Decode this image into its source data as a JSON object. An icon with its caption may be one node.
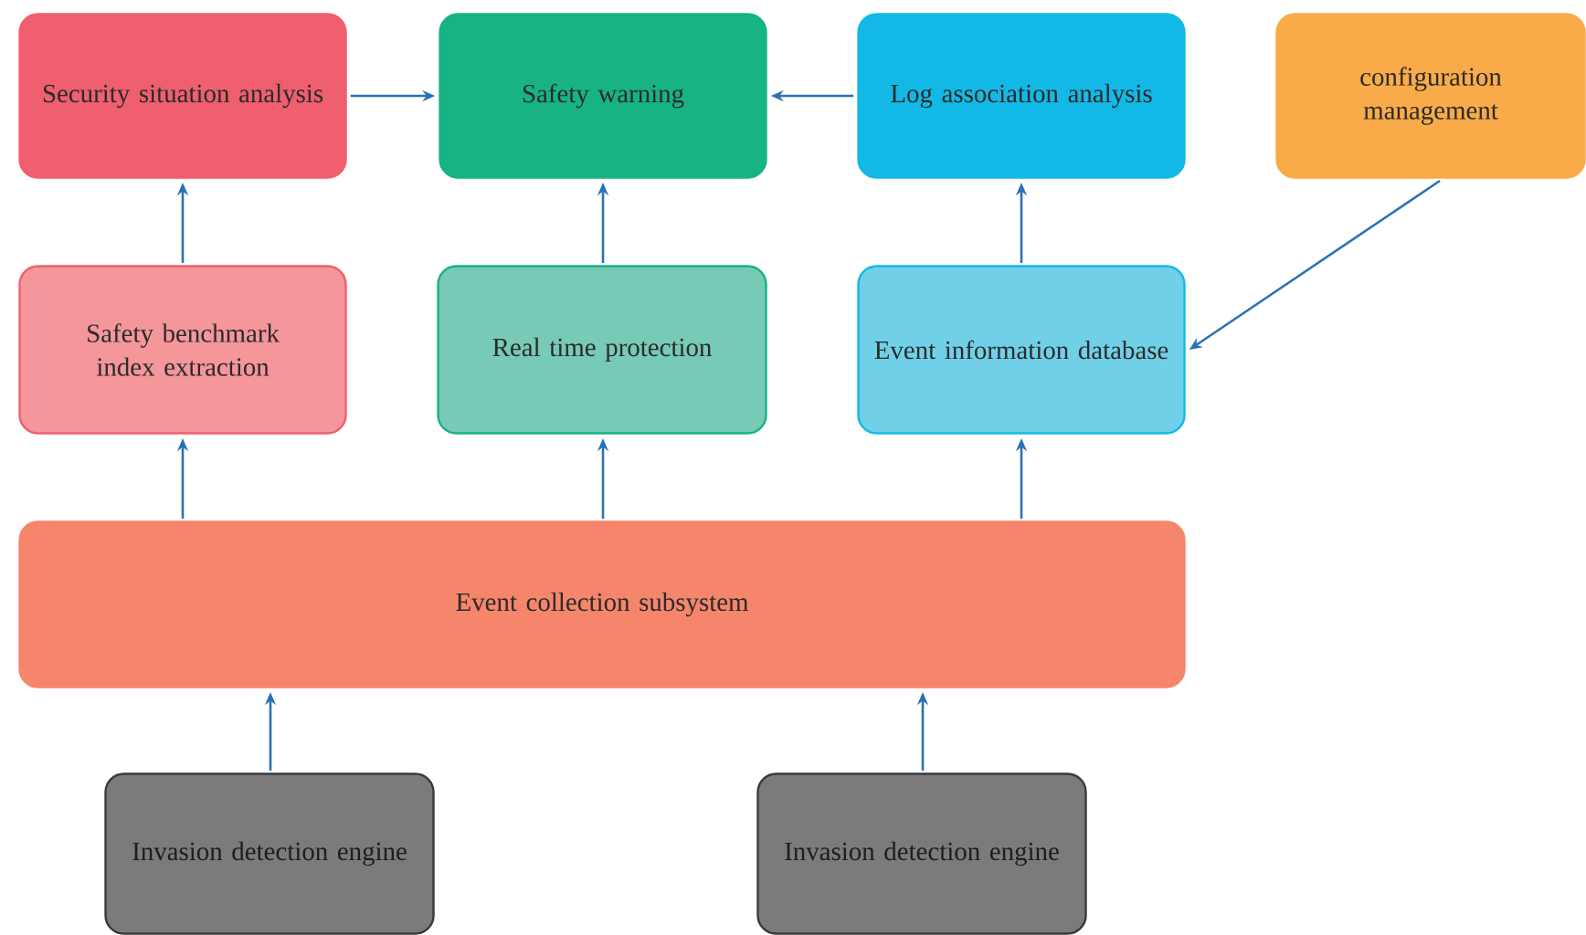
{
  "diagram": {
    "nodes": [
      {
        "text": [
          "Security situation analysis"
        ]
      },
      {
        "text": [
          "Safety warning"
        ]
      },
      {
        "text": [
          "Log association analysis"
        ]
      },
      {
        "text": [
          "configuration management"
        ]
      },
      {
        "text": [
          "Safety benchmark index extraction"
        ]
      },
      {
        "text": [
          "Real time protection"
        ]
      },
      {
        "text": [
          "Event information database"
        ]
      },
      {
        "text": [
          "Event collection subsystem"
        ]
      },
      {
        "text": [
          "Invasion detection engine"
        ]
      },
      {
        "text": [
          "Invasion detection engine"
        ]
      }
    ],
    "edges": [
      {
        "from": 0,
        "to": 1,
        "arrow": "to"
      },
      {
        "from": 2,
        "to": 1,
        "arrow": "to"
      },
      {
        "from": 4,
        "to": 0,
        "arrow": "to"
      },
      {
        "from": 5,
        "to": 1,
        "arrow": "to"
      },
      {
        "from": 6,
        "to": 2,
        "arrow": "to"
      },
      {
        "from": 3,
        "to": 6,
        "arrow": "to"
      },
      {
        "from": 7,
        "to": 4,
        "arrow": "to"
      },
      {
        "from": 7,
        "to": 5,
        "arrow": "to"
      },
      {
        "from": 7,
        "to": 6,
        "arrow": "to"
      },
      {
        "from": 8,
        "to": 7,
        "arrow": "to"
      },
      {
        "from": 9,
        "to": 7,
        "arrow": "to"
      }
    ]
  }
}
